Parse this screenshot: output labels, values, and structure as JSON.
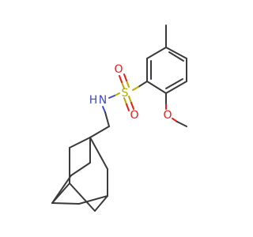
{
  "molecule": {
    "atoms": {
      "sulfur": "S",
      "oxygen_top": "O",
      "oxygen_bottom": "O",
      "nitrogen": "N",
      "amine_h": "H",
      "ether_oxygen": "O"
    },
    "colors": {
      "carbon_bond": "#3a3a3a",
      "oxygen": "#e0201a",
      "sulfur": "#b9a900",
      "nitrogen": "#3a4cc8"
    }
  }
}
